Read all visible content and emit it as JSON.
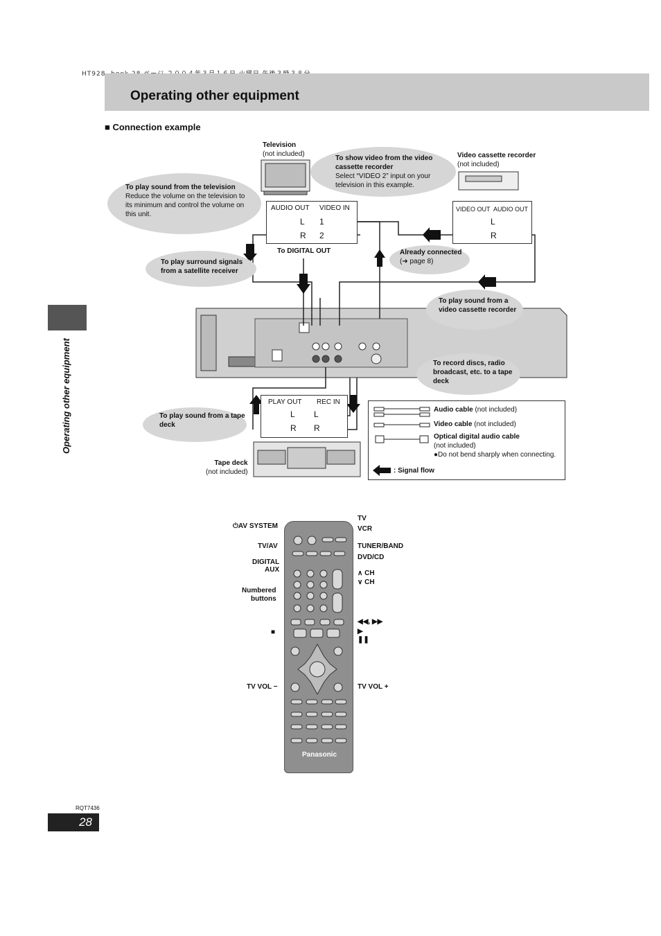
{
  "print_header": "HT928. book  28 ページ  ２００４年３月１６日  火曜日  午後３時３８分",
  "page_title": "Operating other equipment",
  "section_heading": "■ Connection example",
  "side_tab_text": "Operating other equipment",
  "devices": {
    "television": {
      "name": "Television",
      "note": "(not included)"
    },
    "vcr": {
      "name": "Video cassette recorder",
      "note": "(not included)"
    },
    "tape_deck": {
      "name": "Tape deck",
      "note": "(not included)"
    }
  },
  "bubbles": {
    "tv_sound": {
      "title": "To play sound from the television",
      "text": "Reduce the volume on the television to its minimum and control the volume on this unit."
    },
    "vcr_video": {
      "title": "To show video from the video cassette recorder",
      "text": "Select “VIDEO 2” input on your television in this example."
    },
    "surround": {
      "title": "To play surround signals from a satellite receiver"
    },
    "already": {
      "title": "Already connected",
      "text": "(➜ page 8)"
    },
    "vcr_sound": {
      "title": "To play sound from a video cassette recorder"
    },
    "record": {
      "title": "To record discs, radio broadcast, etc. to a tape deck"
    },
    "tape_sound": {
      "title": "To play sound from a tape deck"
    }
  },
  "tv_panel": {
    "audio_out": "AUDIO OUT",
    "video_in": "VIDEO IN",
    "l": "L",
    "r": "R",
    "one": "1",
    "two": "2"
  },
  "vcr_panel": {
    "video_out": "VIDEO OUT",
    "audio_out": "AUDIO OUT",
    "l": "L",
    "r": "R"
  },
  "tape_panel": {
    "play_out": "PLAY OUT",
    "rec_in": "REC IN",
    "l": "L",
    "r": "R"
  },
  "to_digital_out": "To DIGITAL OUT",
  "legend": {
    "audio_cable": "Audio cable",
    "audio_note": "(not included)",
    "video_cable": "Video cable",
    "video_note": "(not included)",
    "optical_cable": "Optical digital audio cable",
    "optical_note": "(not included)",
    "bend_note": "●Do not bend sharply when connecting.",
    "signal_flow": ": Signal flow"
  },
  "remote": {
    "left_labels": [
      "⏻AV SYSTEM",
      "TV/AV",
      "DIGITAL",
      "AUX",
      "Numbered",
      "buttons",
      "■",
      "TV VOL −"
    ],
    "right_labels": [
      "TV",
      "VCR",
      "TUNER/BAND",
      "DVD/CD",
      "∧ CH",
      "∨ CH",
      "◀◀, ▶▶",
      "▶",
      "❚❚",
      "TV VOL +"
    ],
    "brand": "Panasonic"
  },
  "footer_code": "RQT7436",
  "page_number": "28"
}
